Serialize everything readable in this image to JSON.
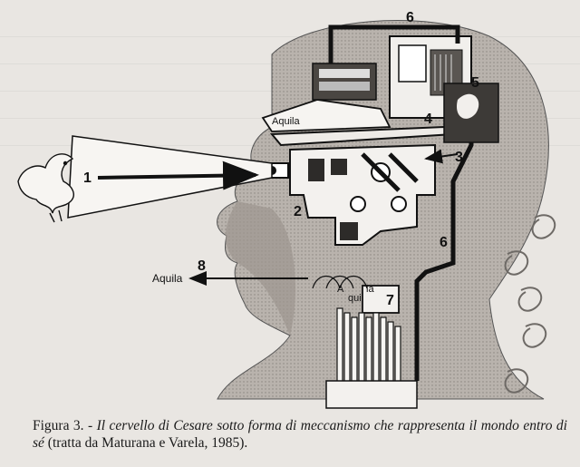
{
  "labels": {
    "l1": "1",
    "l2": "2",
    "l3": "3",
    "l4": "4",
    "l5": "5",
    "l6_top": "6",
    "l6_side": "6",
    "l7": "7",
    "l8": "8",
    "aquila_top": "Aquila",
    "aquila_left": "Aquila",
    "speech_a": "A",
    "speech_qui": "qui",
    "speech_la": "la"
  },
  "caption": {
    "prefix": "Figura 3. - ",
    "italic": "Il cervello di Cesare sotto forma di meccanismo che rappresenta il mondo entro di sé",
    "suffix": " (tratta da Maturana e Varela, 1985)."
  },
  "colors": {
    "ink": "#111111",
    "paper": "#e9e6e2",
    "bust_light": "#cfcac4",
    "bust_mid": "#a8a29c",
    "bust_dark": "#6e6a66"
  }
}
